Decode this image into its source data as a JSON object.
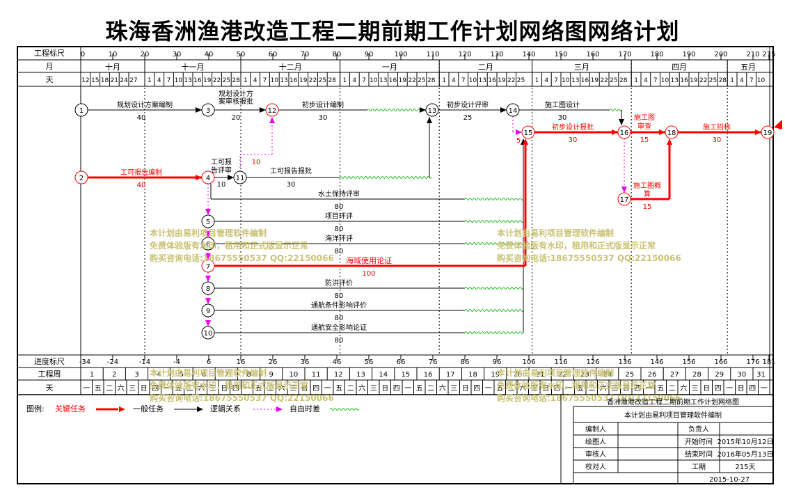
{
  "title": "珠海香洲渔港改造工程二期前期工作计划网络图网络计划",
  "scale_header": {
    "label": "工程标尺",
    "ticks": [
      "0",
      "10",
      "20",
      "30",
      "40",
      "50",
      "60",
      "70",
      "80",
      "90",
      "100",
      "110",
      "120",
      "130",
      "140",
      "150",
      "160",
      "170",
      "180",
      "190",
      "200",
      "210",
      "215"
    ]
  },
  "month_header": {
    "label": "月",
    "months": [
      "十月",
      "十一月",
      "十二月",
      "一月",
      "二月",
      "三月",
      "四月",
      "五月"
    ]
  },
  "day_header": {
    "label": "天",
    "oct_days": [
      "12",
      "15",
      "18",
      "21",
      "24",
      "27"
    ],
    "month_days": [
      "1",
      "4",
      "7",
      "10",
      "13",
      "16",
      "19",
      "22",
      "25",
      "28"
    ],
    "feb_days": [
      "1",
      "4",
      "7",
      "10",
      "13",
      "16",
      "19",
      "22",
      "25"
    ],
    "may_days": [
      "1",
      "4",
      "7",
      "10"
    ]
  },
  "progress_scale": {
    "label": "进度标尺",
    "ticks": [
      "-34",
      "-24",
      "-14",
      "-4",
      "6",
      "16",
      "26",
      "36",
      "46",
      "56",
      "66",
      "76",
      "86",
      "96",
      "106",
      "116",
      "126",
      "136",
      "146",
      "156",
      "166",
      "176",
      "181"
    ]
  },
  "week_row": {
    "label": "工程周",
    "weeks": [
      "1",
      "2",
      "3",
      "4",
      "5",
      "6",
      "7",
      "8",
      "9",
      "10",
      "11",
      "12",
      "13",
      "14",
      "15",
      "16",
      "17",
      "18",
      "19",
      "20",
      "21",
      "22",
      "23",
      "24",
      "25",
      "26",
      "27",
      "28",
      "29",
      "30",
      "31"
    ]
  },
  "weekday_row": {
    "label": "天",
    "cells": [
      "一",
      "五",
      "二",
      "六",
      "三",
      "日",
      "四",
      "一",
      "五",
      "二",
      "六",
      "三",
      "日",
      "四",
      "一",
      "五",
      "二",
      "六",
      "三",
      "日",
      "四",
      "一",
      "五",
      "二",
      "六",
      "三",
      "日",
      "四",
      "一",
      "五",
      "二",
      "六",
      "三",
      "日",
      "四",
      "一",
      "五",
      "二",
      "六",
      "三",
      "日",
      "四",
      "一",
      "五",
      "二",
      "六",
      "三",
      "日",
      "四",
      "一",
      "五",
      "二",
      "六",
      "三",
      "日",
      "四",
      "一",
      "日",
      "四",
      "一"
    ]
  },
  "nodes": [
    "1",
    "2",
    "4",
    "3",
    "11",
    "12",
    "13",
    "14",
    "15",
    "16",
    "17",
    "18",
    "19",
    "5",
    "6",
    "7",
    "8",
    "9",
    "10"
  ],
  "activities": [
    {
      "name": "规划设计方案编制",
      "dur": "40",
      "critical": false
    },
    {
      "name": "规划设计方",
      "name2": "案审核报批",
      "dur": "20",
      "critical": false
    },
    {
      "name": "初步设计编制",
      "dur": "30",
      "critical": false
    },
    {
      "name": "初步设计评审",
      "dur": "25",
      "critical": false
    },
    {
      "name": "施工图设计",
      "dur": "30",
      "critical": false
    },
    {
      "name": "工可报告编制",
      "dur": "40",
      "critical": true
    },
    {
      "name": "工可报",
      "name2": "告评审",
      "dur": "10",
      "critical": false
    },
    {
      "name": "工可报告报批",
      "dur": "30",
      "critical": false
    },
    {
      "name": "初步设计报批",
      "dur": "30",
      "critical": true
    },
    {
      "name": "施工图",
      "name2": "审查",
      "dur": "15",
      "critical": true
    },
    {
      "name": "施工招标",
      "dur": "30",
      "critical": true
    },
    {
      "name": "施工图概",
      "name2": "算",
      "dur": "15",
      "critical": true
    },
    {
      "name": "水土保持评审",
      "dur": "80",
      "critical": false
    },
    {
      "name": "项目环评",
      "dur": "80",
      "critical": false
    },
    {
      "name": "海洋环评",
      "dur": "80",
      "critical": false
    },
    {
      "name": "海域使用论证",
      "dur": "100",
      "critical": true
    },
    {
      "name": "防洪评价",
      "dur": "80",
      "critical": false
    },
    {
      "name": "通航条件影响评价",
      "dur": "80",
      "critical": false
    },
    {
      "name": "通航安全影响论证",
      "dur": "80",
      "critical": false
    }
  ],
  "dummy_floats": [
    "10",
    "5"
  ],
  "watermark": {
    "line1": "本计划由易利项目管理软件编制",
    "line2": "免费体验版有水印，租用和正式版显示正常",
    "line3": "购买咨询电话:18675550537 QQ:22150066"
  },
  "legend": {
    "label": "图例:",
    "critical": "关键任务",
    "normal": "一般任务",
    "logic": "逻辑关系",
    "float": "自由时差"
  },
  "title_block": {
    "project": "香洲渔港改造工程二期前期工作计划网络图",
    "software": "本计划由易利项目管理软件编制",
    "editor_label": "编制人",
    "owner_label": "负责人",
    "drawer_label": "绘图人",
    "start_label": "开始时间",
    "start_value": "2015年10月12日",
    "reviewer_label": "审核人",
    "end_label": "结束时间",
    "end_value": "2016年05月13日",
    "checker_label": "校对人",
    "duration_label": "工期",
    "duration_value": "215天",
    "date": "2015-10-27"
  },
  "colors": {
    "critical": "#ff0000",
    "normal": "#000000",
    "logic": "#ee00ee",
    "float": "#22bb22",
    "watermark": "#c9c275"
  }
}
